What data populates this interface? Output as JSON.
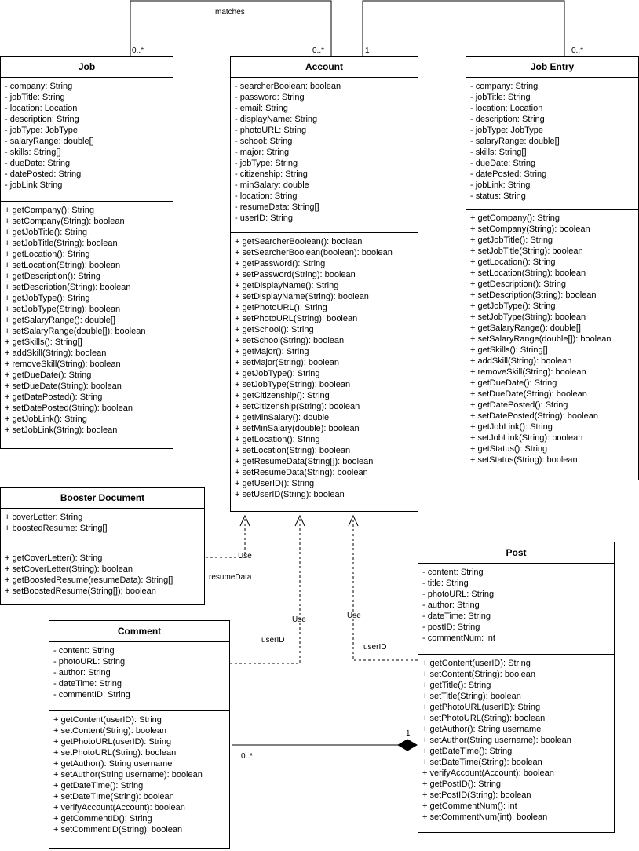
{
  "classes": {
    "job": {
      "name": "Job",
      "attributes": [
        "- company: String",
        "- jobTitle: String",
        "- location: Location",
        "- description: String",
        "- jobType: JobType",
        "- salaryRange: double[]",
        "- skills: String[]",
        "- dueDate: String",
        "- datePosted: String",
        "- jobLink String"
      ],
      "methods": [
        "+ getCompany(): String",
        "+ setCompany(String): boolean",
        "+ getJobTitle(): String",
        "+ setJobTitle(String): boolean",
        "+ getLocation(): String",
        "+ setLocation(String): boolean",
        "+ getDescription(): String",
        "+ setDescription(String): boolean",
        "+ getJobType(): String",
        "+ setJobType(String): boolean",
        "+ getSalaryRange(): double[]",
        "+ setSalaryRange(double[]): boolean",
        "+ getSkills(): String[]",
        "+ addSkill(String): boolean",
        "+ removeSkill(String): boolean",
        "+ getDueDate(): String",
        "+ setDueDate(String): boolean",
        "+ getDatePosted(): String",
        "+ setDatePosted(String): boolean",
        "+ getJobLink(): String",
        "+ setJobLink(String): boolean"
      ]
    },
    "account": {
      "name": "Account",
      "attributes": [
        "- searcherBoolean: boolean",
        "- password: String",
        "- email: String",
        "- displayName: String",
        "- photoURL: String",
        "- school: String",
        "- major: String",
        "- jobType: String",
        "- citizenship: String",
        "- minSalary: double",
        "- location: String",
        "- resumeData: String[]",
        "- userID: String"
      ],
      "methods": [
        "+ getSearcherBoolean(): boolean",
        "+ setSearcherBoolean(boolean): boolean",
        "+ getPassword(): String",
        "+ setPassword(String): boolean",
        "+ getDisplayName(): String",
        "+ setDisplayName(String): boolean",
        "+ getPhotoURL(): String",
        "+ setPhotoURL(String): boolean",
        "+ getSchool(): String",
        "+ setSchool(String): boolean",
        "+ getMajor(): String",
        "+ setMajor(String): boolean",
        "+ getJobType(): String",
        "+ setJobType(String): boolean",
        "+ getCitizenship(): String",
        "+ setCitizenship(String): boolean",
        "+ getMinSalary(): double",
        "+ setMinSalary(double): boolean",
        "+ getLocation(): String",
        "+ setLocation(String): boolean",
        "+ getResumeData(String[]): boolean",
        "+ setResumeData(String): boolean",
        "+ getUserID(): String",
        "+ setUserID(String): boolean"
      ]
    },
    "jobEntry": {
      "name": "Job Entry",
      "attributes": [
        "- company: String",
        "- jobTitle: String",
        "- location: Location",
        "- description: String",
        "- jobType: JobType",
        "- salaryRange: double[]",
        "- skills: String[]",
        "- dueDate: String",
        "- datePosted: String",
        "- jobLink: String",
        "- status: String"
      ],
      "methods": [
        "+ getCompany(): String",
        "+ setCompany(String): boolean",
        "+ getJobTitle(): String",
        "+ setJobTitle(String): boolean",
        "+ getLocation(): String",
        "+ setLocation(String): boolean",
        "+ getDescription(): String",
        "+ setDescription(String): boolean",
        "+ getJobType(): String",
        "+ setJobType(String): boolean",
        "+ getSalaryRange(): double[]",
        "+ setSalaryRange(double[]): boolean",
        "+ getSkills(): String[]",
        "+ addSkill(String): boolean",
        "+ removeSkill(String): boolean",
        "+ getDueDate(): String",
        "+ setDueDate(String): boolean",
        "+ getDatePosted(): String",
        "+ setDatePosted(String): boolean",
        "+ getJobLink(): String",
        "+ setJobLink(String): boolean",
        "+ getStatus(): String",
        "+ setStatus(String): boolean"
      ]
    },
    "booster": {
      "name": "Booster Document",
      "attributes": [
        "+ coverLetter: String",
        "+ boostedResume: String[]"
      ],
      "methods": [
        "+ getCoverLetter(): String",
        "+ setCoverLetter(String): boolean",
        "+ getBoostedResume(resumeData): String[]",
        "+ setBoostedResume(String[]); boolean"
      ]
    },
    "comment": {
      "name": "Comment",
      "attributes": [
        "- content: String",
        "- photoURL: String",
        "- author: String",
        "- dateTime: String",
        "- commentID: String"
      ],
      "methods": [
        "+ getContent(userID): String",
        "+ setContent(String): boolean",
        "+ getPhotoURL(userID): String",
        "+ setPhotoURL(String): boolean",
        "+ getAuthor(): String username",
        "+ setAuthor(String username): boolean",
        "+ getDateTime(): String",
        "+ setDateTIme(String): boolean",
        "+ verifyAccount(Account): boolean",
        "+ getCommentID(): String",
        "+ setCommentID(String): boolean"
      ]
    },
    "post": {
      "name": "Post",
      "attributes": [
        "- content: String",
        "- title: String",
        "- photoURL: String",
        "- author: String",
        "- dateTime: String",
        "- postID: String",
        "- commentNum: int"
      ],
      "methods": [
        "+ getContent(userID): String",
        "+ setContent(String): boolean",
        "+ getTitle(): String",
        "+ setTitle(String): boolean",
        "+ getPhotoURL(userID): String",
        "+ setPhotoURL(String): boolean",
        "+ getAuthor(): String username",
        "+ setAuthor(String username): boolean",
        "+ getDateTime(): String",
        "+ setDateTime(String): boolean",
        "+ verifyAccount(Account): boolean",
        "+ getPostID(): String",
        "+ setPostID(String): boolean",
        "+ getCommentNum(): int",
        "+ setCommentNum(int): boolean"
      ]
    }
  },
  "labels": {
    "matches": "matches",
    "jobMult": "0..*",
    "accountMult": "0..*",
    "accountOne": "1",
    "jobEntryMult": "0..*",
    "use1": "Use",
    "use2": "Use",
    "use3": "Use",
    "resumeData": "resumeData",
    "userID1": "userID",
    "userID2": "userID",
    "compOne": "1",
    "compMany": "0..*"
  }
}
